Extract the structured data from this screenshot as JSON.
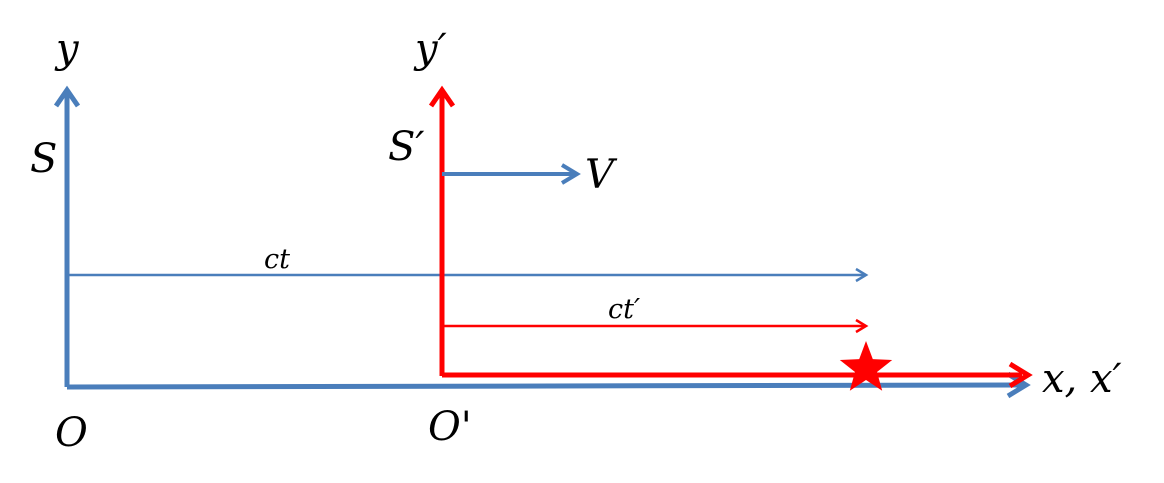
{
  "labels": {
    "y_axis_s": "y",
    "frame_s": "S",
    "origin_s": "O",
    "y_axis_s_prime": "y′",
    "frame_s_prime": "S′",
    "origin_s_prime": "O'",
    "velocity": "V",
    "distance_ct": "ct",
    "distance_ct_prime": "ct′",
    "x_axes": "x, x′"
  },
  "colors": {
    "frame_s": "#4a7ebb",
    "frame_s_prime": "#ff0000",
    "event_star": "#ff0000",
    "text": "#000000"
  },
  "icons": {
    "event_marker": "star-icon"
  }
}
